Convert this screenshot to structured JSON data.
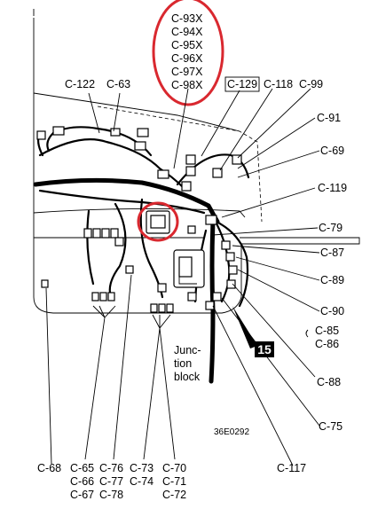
{
  "labels": {
    "c93x": "C-93X",
    "c94x": "C-94X",
    "c95x": "C-95X",
    "c96x": "C-96X",
    "c97x": "C-97X",
    "c98x": "C-98X",
    "c122": "C-122",
    "c63": "C-63",
    "c129": "C-129",
    "c118": "C-118",
    "c99": "C-99",
    "c91": "C-91",
    "c69": "C-69",
    "c119": "C-119",
    "c79": "C-79",
    "c87": "C-87",
    "c89": "C-89",
    "c90": "C-90",
    "c85": "C-85",
    "c86": "C-86",
    "c88": "C-88",
    "c75": "C-75",
    "c117": "C-117",
    "c68": "C-68",
    "c65": "C-65",
    "c66": "C-66",
    "c67": "C-67",
    "c76": "C-76",
    "c77": "C-77",
    "c78": "C-78",
    "c73": "C-73",
    "c74": "C-74",
    "c72": "C-72",
    "c70": "C-70",
    "c71": "C-71",
    "badge": "15",
    "junction": [
      "Junc-",
      "tion",
      "block"
    ],
    "code": "36E0292"
  },
  "colors": {
    "highlight": "#d9282f",
    "ink": "#000000",
    "badge_bg": "#000000",
    "badge_fg": "#ffffff"
  }
}
